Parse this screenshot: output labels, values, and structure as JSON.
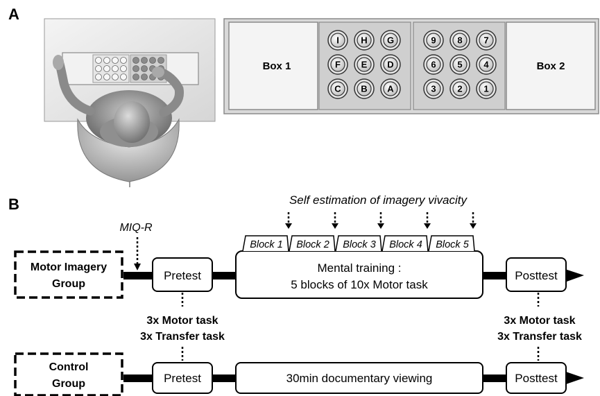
{
  "panel_a": {
    "letter": "A",
    "box1_label": "Box 1",
    "box2_label": "Box 2",
    "letter_buttons": [
      [
        "I",
        "H",
        "G"
      ],
      [
        "F",
        "E",
        "D"
      ],
      [
        "C",
        "B",
        "A"
      ]
    ],
    "number_buttons": [
      [
        "9",
        "8",
        "7"
      ],
      [
        "6",
        "5",
        "4"
      ],
      [
        "3",
        "2",
        "1"
      ]
    ]
  },
  "panel_b": {
    "letter": "B",
    "self_estimation": "Self estimation of imagery vivacity",
    "miq": "MIQ-R",
    "blocks": [
      "Block 1",
      "Block 2",
      "Block 3",
      "Block 4",
      "Block 5"
    ],
    "mi_group": {
      "line1": "Motor Imagery",
      "line2": "Group"
    },
    "control_group": {
      "line1": "Control",
      "line2": "Group"
    },
    "pretest": "Pretest",
    "posttest": "Posttest",
    "mental_training": {
      "line1": "Mental training :",
      "line2": "5 blocks of 10x Motor task"
    },
    "documentary": "30min documentary viewing",
    "tests_left": {
      "line1": "3x Motor task",
      "line2": "3x Transfer task"
    },
    "tests_right": {
      "line1": "3x Motor task",
      "line2": "3x Transfer task"
    }
  }
}
